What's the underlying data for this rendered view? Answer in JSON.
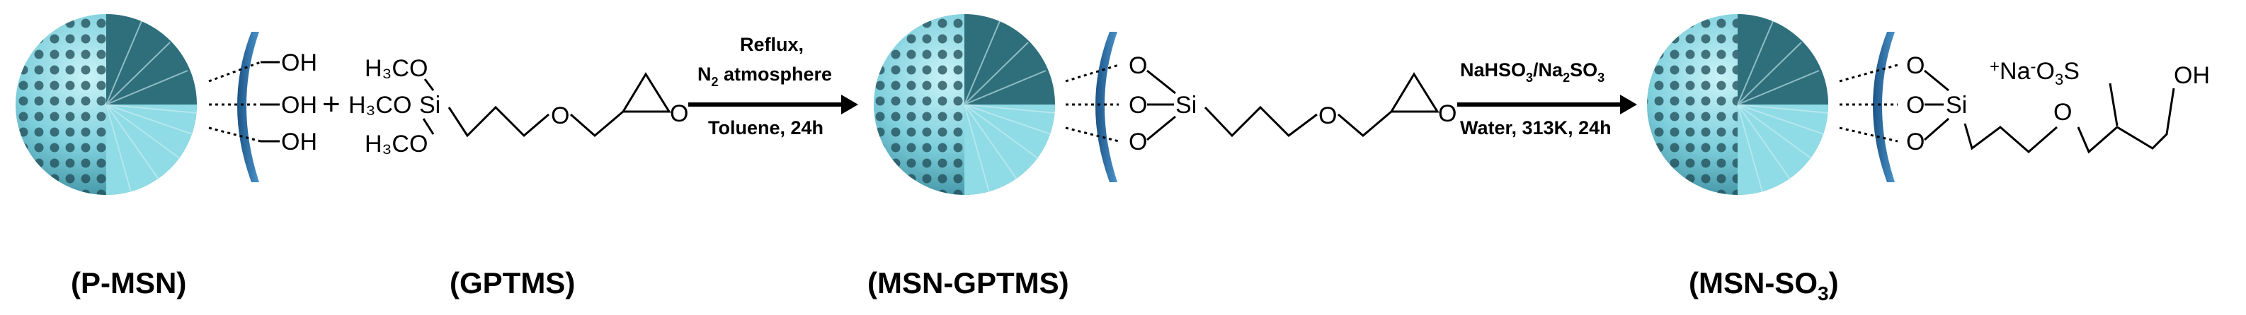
{
  "colors": {
    "sphere_light": "#9fe3ef",
    "sphere_mid": "#5fb8c8",
    "sphere_dark": "#23606e",
    "shell": "#2a6fa6"
  },
  "labels": {
    "pmsn": "(P-MSN)",
    "gptms": "(GPTMS)",
    "msn_gptms": "(MSN-GPTMS)",
    "msn_so3_main": "(MSN-SO",
    "msn_so3_sub": "3",
    "msn_so3_close": ")"
  },
  "step1": {
    "line1": "Reflux,",
    "line2_a": "N",
    "line2_sub": "2",
    "line2_b": " atmosphere",
    "line3": "Toluene, 24h"
  },
  "step2": {
    "line1_a": "NaHSO",
    "line1_sub1": "3",
    "line1_b": "/Na",
    "line1_sub2": "2",
    "line1_c": "SO",
    "line1_sub3": "3",
    "line2": "Water, 313K, 24h"
  },
  "molecules": {
    "hydroxyl": "OH",
    "plus": "+",
    "h3co": "H₃CO",
    "si": "Si",
    "o": "O",
    "na_plus": "+",
    "na": "Na",
    "minus": "-",
    "o3s_a": "O",
    "o3s_sub": "3",
    "o3s_b": "S",
    "oh": "OH"
  }
}
